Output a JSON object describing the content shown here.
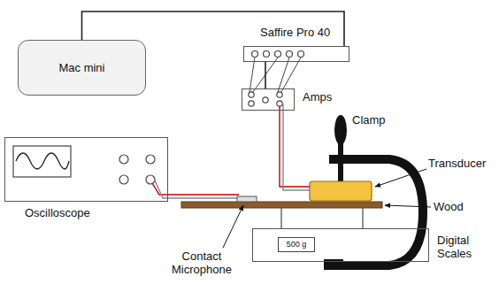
{
  "diagram": {
    "nodes": [
      {
        "text": [
          "Mac mini"
        ]
      },
      {
        "text": [
          "Saffire Pro 40"
        ]
      },
      {
        "text": [
          "Amps"
        ]
      },
      {
        "text": [
          "Oscilloscope"
        ]
      },
      {
        "text": [
          "Digital Scales"
        ]
      },
      {
        "text": [
          "500 g"
        ],
        "in": 4
      }
    ],
    "edges": [
      {
        "from": 0,
        "to": 1,
        "arrow": "none"
      },
      {
        "from": 1,
        "to": 2,
        "arrow": "none"
      }
    ],
    "labels": [
      "Clamp",
      "Transducer",
      "Wood",
      "Contact Microphone"
    ]
  }
}
